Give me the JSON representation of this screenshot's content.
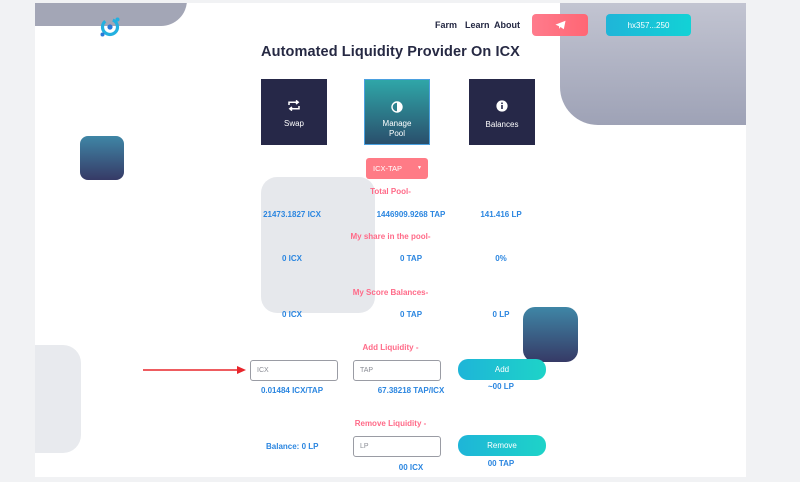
{
  "colors": {
    "accent_pink": "#ff6a88",
    "accent_blue": "#2b86e0",
    "tile_dark": "#262848",
    "button_cyan": "#1fb5d8",
    "telegram_red": "#ff6674",
    "annotation_arrow": "#e8262c"
  },
  "header": {
    "logo_icon": "logo-icon",
    "nav": [
      "Farm",
      "Learn",
      "About"
    ],
    "telegram_icon": "paper-plane-icon",
    "wallet_address": "hx357...250"
  },
  "title": "Automated Liquidity Provider On ICX",
  "tiles": [
    {
      "label": "Swap",
      "icon": "swap-icon"
    },
    {
      "label": "Manage Pool",
      "icon": "contrast-icon"
    },
    {
      "label": "Balances",
      "icon": "info-icon"
    }
  ],
  "pool_select": {
    "value": "ICX-TAP"
  },
  "total_pool": {
    "heading": "Total Pool-",
    "icx": "21473.1827 ICX",
    "tap": "1446909.9268 TAP",
    "lp": "141.416 LP"
  },
  "my_share": {
    "heading": "My share in the pool-",
    "icx": "0 ICX",
    "tap": "0 TAP",
    "pct": "0%"
  },
  "score_balances": {
    "heading": "My Score Balances-",
    "icx": "0 ICX",
    "tap": "0 TAP",
    "lp": "0 LP"
  },
  "add_liquidity": {
    "heading": "Add Liquidity -",
    "icx_placeholder": "ICX",
    "tap_placeholder": "TAP",
    "button": "Add",
    "rate_icx": "0.01484 ICX/TAP",
    "rate_tap": "67.38218 TAP/ICX",
    "lp_estimate": "~00 LP"
  },
  "remove_liquidity": {
    "heading": "Remove Liquidity -",
    "balance": "Balance: 0 LP",
    "lp_placeholder": "LP",
    "button": "Remove",
    "icx_out": "00 ICX",
    "tap_out": "00 TAP"
  }
}
